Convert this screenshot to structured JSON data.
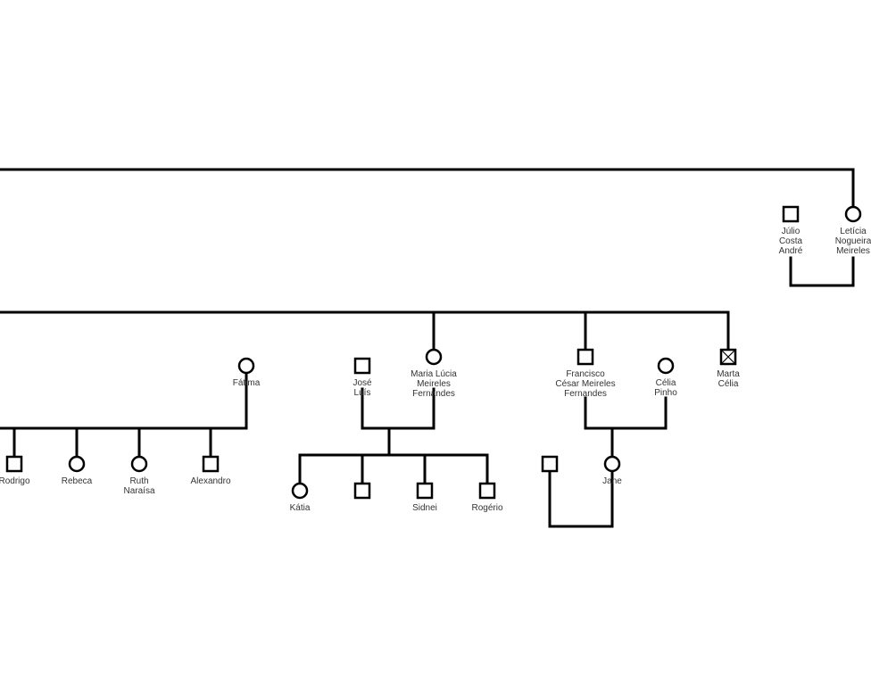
{
  "persons": [
    {
      "id": "julio",
      "sex": "male",
      "lines": [
        "Júlio",
        "Costa",
        "André"
      ]
    },
    {
      "id": "leticia",
      "sex": "female",
      "lines": [
        "Letícia",
        "Nogueira",
        "Meireles"
      ]
    },
    {
      "id": "fatima",
      "sex": "female",
      "lines": [
        "Fátima"
      ]
    },
    {
      "id": "jose",
      "sex": "male",
      "lines": [
        "José",
        "Luís"
      ]
    },
    {
      "id": "maria",
      "sex": "female",
      "lines": [
        "Maria Lúcia",
        "Meireles",
        "Fernandes"
      ]
    },
    {
      "id": "francisco",
      "sex": "male",
      "lines": [
        "Francisco",
        "César Meireles",
        "Fernandes"
      ]
    },
    {
      "id": "celia",
      "sex": "female",
      "lines": [
        "Célia",
        "Pinho"
      ]
    },
    {
      "id": "marta",
      "sex": "deceased",
      "lines": [
        "Marta",
        "Célia"
      ]
    },
    {
      "id": "rodrigo",
      "sex": "male",
      "lines": [
        "Rodrigo"
      ]
    },
    {
      "id": "rebeca",
      "sex": "female",
      "lines": [
        "Rebeca"
      ]
    },
    {
      "id": "ruth",
      "sex": "female",
      "lines": [
        "Ruth",
        "Naraísa"
      ]
    },
    {
      "id": "alexandro",
      "sex": "male",
      "lines": [
        "Alexandro"
      ]
    },
    {
      "id": "katia",
      "sex": "female",
      "lines": [
        "Kátia"
      ]
    },
    {
      "id": "unnamed_son",
      "sex": "male",
      "lines": []
    },
    {
      "id": "sidnei",
      "sex": "male",
      "lines": [
        "Sidnei"
      ]
    },
    {
      "id": "rogerio",
      "sex": "male",
      "lines": [
        "Rogério"
      ]
    },
    {
      "id": "jane_partner",
      "sex": "male",
      "lines": []
    },
    {
      "id": "jane",
      "sex": "female",
      "lines": [
        "Jane"
      ]
    }
  ]
}
